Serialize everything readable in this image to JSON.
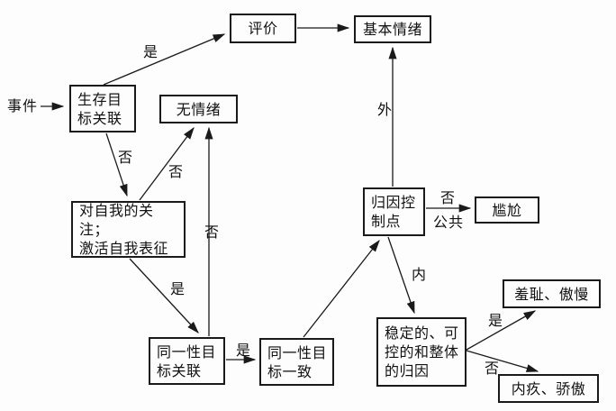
{
  "diagram": {
    "title_hint": "flowchart of emotion generation (Chinese)",
    "background_color": "#fdfdfd",
    "line_color": "#1a1a1a",
    "nodes": {
      "event": "事件",
      "survival_goal_relevance": "生存目\n标关联",
      "appraisal": "评价",
      "basic_emotion": "基本情绪",
      "no_emotion": "无情绪",
      "self_focus": "对自我的关注；\n激活自我表征",
      "identity_goal_relevance": "同一性目\n标关联",
      "identity_goal_congruence": "同一性目\n标一致",
      "attribution_locus": "归因控\n制点",
      "embarrassment": "尴尬",
      "stable_attribution": "稳定的、可\n控的和整体\n的归因",
      "shame_hubris": "羞耻、傲慢",
      "guilt_pride": "内疚、骄傲"
    },
    "edge_labels": {
      "yes_to_appraisal": "是",
      "no_to_self_focus": "否",
      "no_diag_to_no_emotion": "否",
      "no_vert_to_no_emotion": "否",
      "yes_to_identity_relevance": "是",
      "yes_to_congruence": "是",
      "external": "外",
      "no_to_embarrassment": "否",
      "public": "公共",
      "internal": "内",
      "yes_to_shame": "是",
      "no_to_guilt": "否"
    }
  }
}
